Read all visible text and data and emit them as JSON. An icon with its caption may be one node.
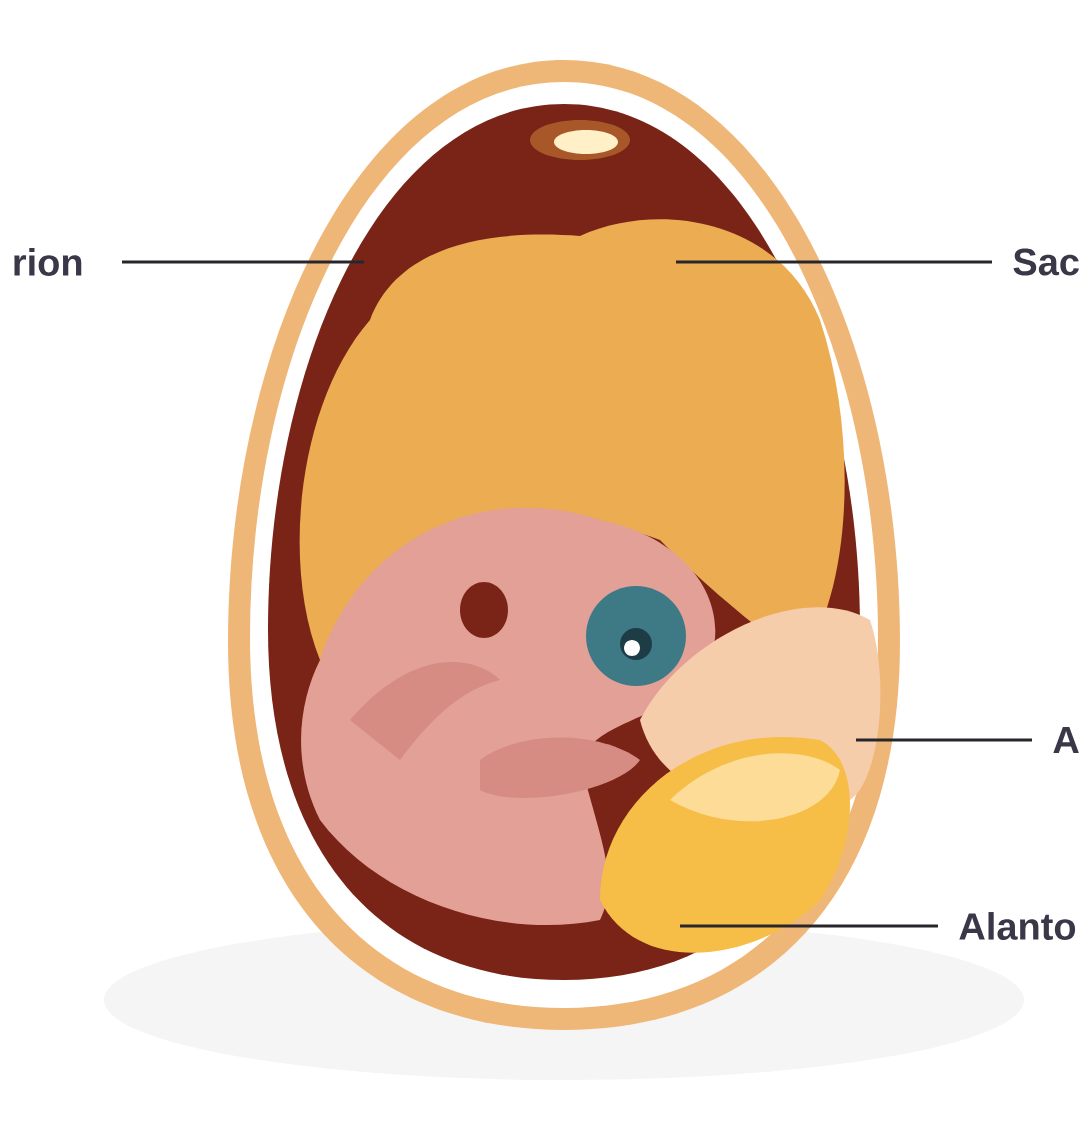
{
  "diagram": {
    "nodes": [
      {
        "text": [
          "rion"
        ]
      },
      {
        "text": [
          "Sac"
        ]
      },
      {
        "text": [
          "A"
        ]
      },
      {
        "text": [
          "Alanto"
        ]
      }
    ],
    "edges": [
      {
        "from": 0,
        "to": null,
        "arrow": "none"
      },
      {
        "from": 1,
        "to": null,
        "arrow": "none"
      },
      {
        "from": 2,
        "to": null,
        "arrow": "none"
      },
      {
        "from": 3,
        "to": null,
        "arrow": "none"
      }
    ]
  }
}
